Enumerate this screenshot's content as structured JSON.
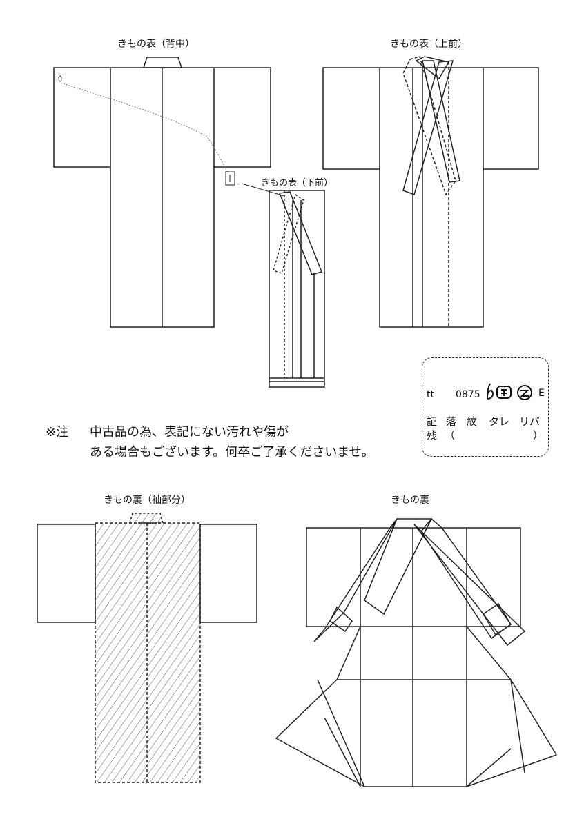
{
  "diagrams": {
    "back": "きもの表（背中）",
    "front_upper": "きもの表（上前）",
    "front_lower": "きもの表（下前）",
    "lining_sleeve": "きもの裏（袖部分）",
    "lining": "きもの裏"
  },
  "note": {
    "marker": "※注",
    "line1": "中古品の為、表記にない汚れや傷が",
    "line2": "ある場合もございます。何卒ご了承くださいませ。"
  },
  "tag": {
    "prefix": "tt",
    "code": "0875",
    "suffix": "E",
    "row2": [
      "証",
      "落",
      "紋",
      "タレ",
      "リバ"
    ],
    "row3_label": "残",
    "row3_open": "（",
    "row3_close": "）"
  },
  "colors": {
    "line": "#222222",
    "hatch": "#555555"
  }
}
